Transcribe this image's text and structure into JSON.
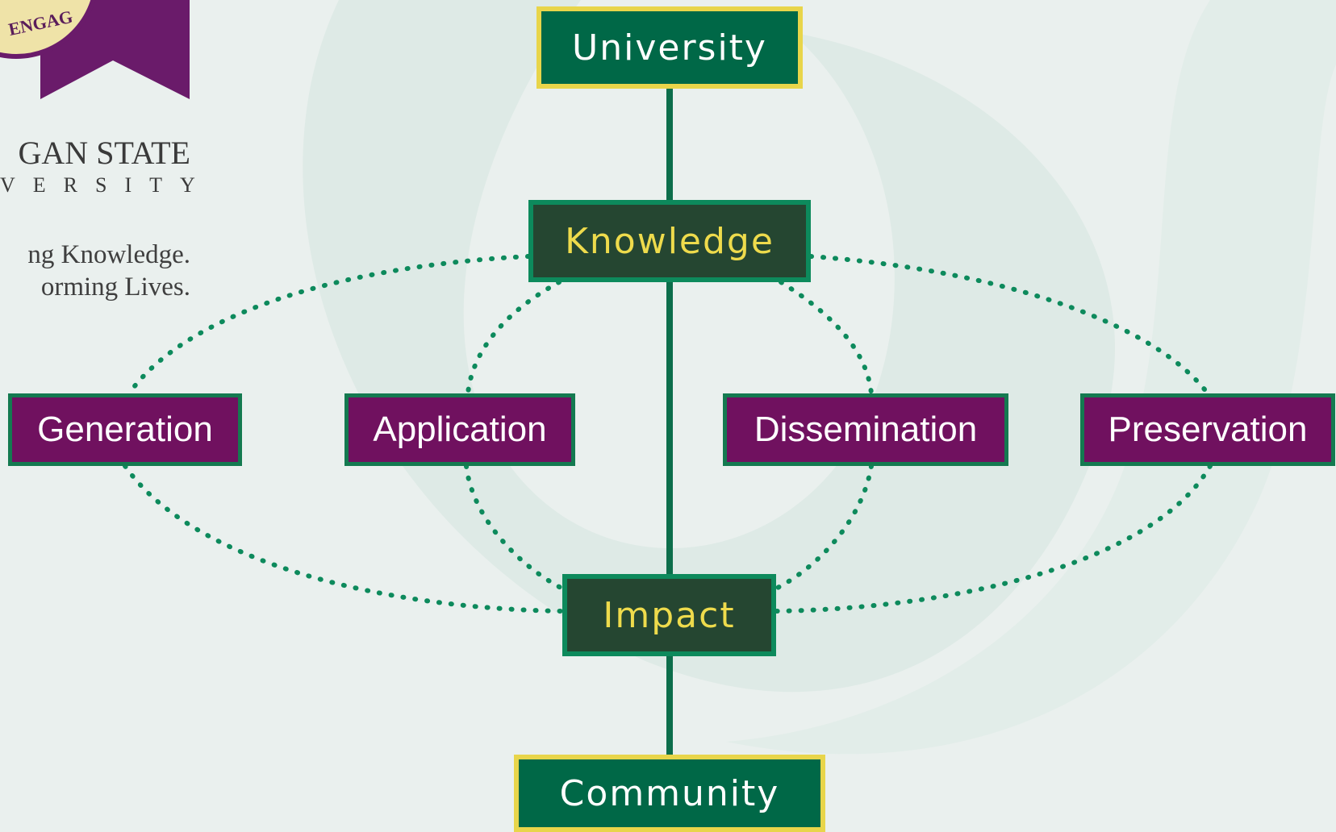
{
  "logo": {
    "badge_text": "ENGAG",
    "university_name_line1": "GAN STATE",
    "university_name_line2": "VERSITY",
    "tagline_line1": "ng Knowledge.",
    "tagline_line2": "orming Lives."
  },
  "nodes": {
    "university": "University",
    "knowledge": "Knowledge",
    "impact": "Impact",
    "community": "Community",
    "generation": "Generation",
    "application": "Application",
    "dissemination": "Dissemination",
    "preservation": "Preservation"
  },
  "colors": {
    "msu_green": "#006847",
    "dark_green": "#254631",
    "accent_gold": "#e8d54a",
    "purple": "#70115f",
    "connector_green": "#0d7a52"
  }
}
